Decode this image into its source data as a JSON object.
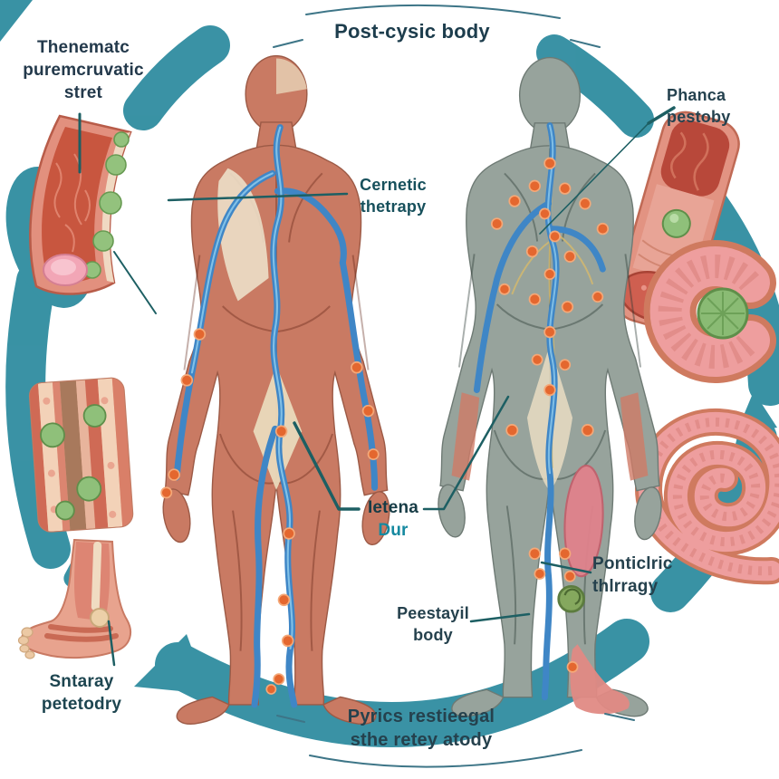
{
  "labels": {
    "top_banner": "Post-cysic body",
    "thenematc": {
      "lines": [
        "Thenematc",
        "puremcruvatic",
        "stret"
      ]
    },
    "cernetic": {
      "lines": [
        "Cernetic",
        "thetrapy"
      ]
    },
    "phanca": {
      "lines": [
        "Phanca",
        "pestoby"
      ]
    },
    "hetena": {
      "lines": [
        "Ietena",
        "Dur"
      ]
    },
    "peestayil": {
      "lines": [
        "Peestayil",
        "body"
      ]
    },
    "ponticlric": {
      "lines": [
        "Ponticlric",
        "thlrragy"
      ]
    },
    "sntaray": {
      "lines": [
        "Sntaray",
        "petetodry"
      ]
    },
    "bottom_banner": {
      "lines": [
        "Pyrics restieegal",
        "sthe retey atody"
      ]
    }
  },
  "colors": {
    "accent_teal": "#2b8a9e",
    "label_dark": "#21414e",
    "label_teal": "#1589a0",
    "leader_line": "#1d5f63",
    "vessel_blue": "#3f86c6",
    "nerve_yellow": "#d4b96e",
    "node_orange": "#e4672f",
    "node_green": "#8fc07a",
    "left_body_skin": "#c97a63",
    "right_body_skin": "#97a39c",
    "fascia_cream": "#ecdfc8",
    "tissue_pink": "#e89b94",
    "tissue_salmon": "#cf7a5f",
    "muscle_pink": "#e0828c"
  }
}
